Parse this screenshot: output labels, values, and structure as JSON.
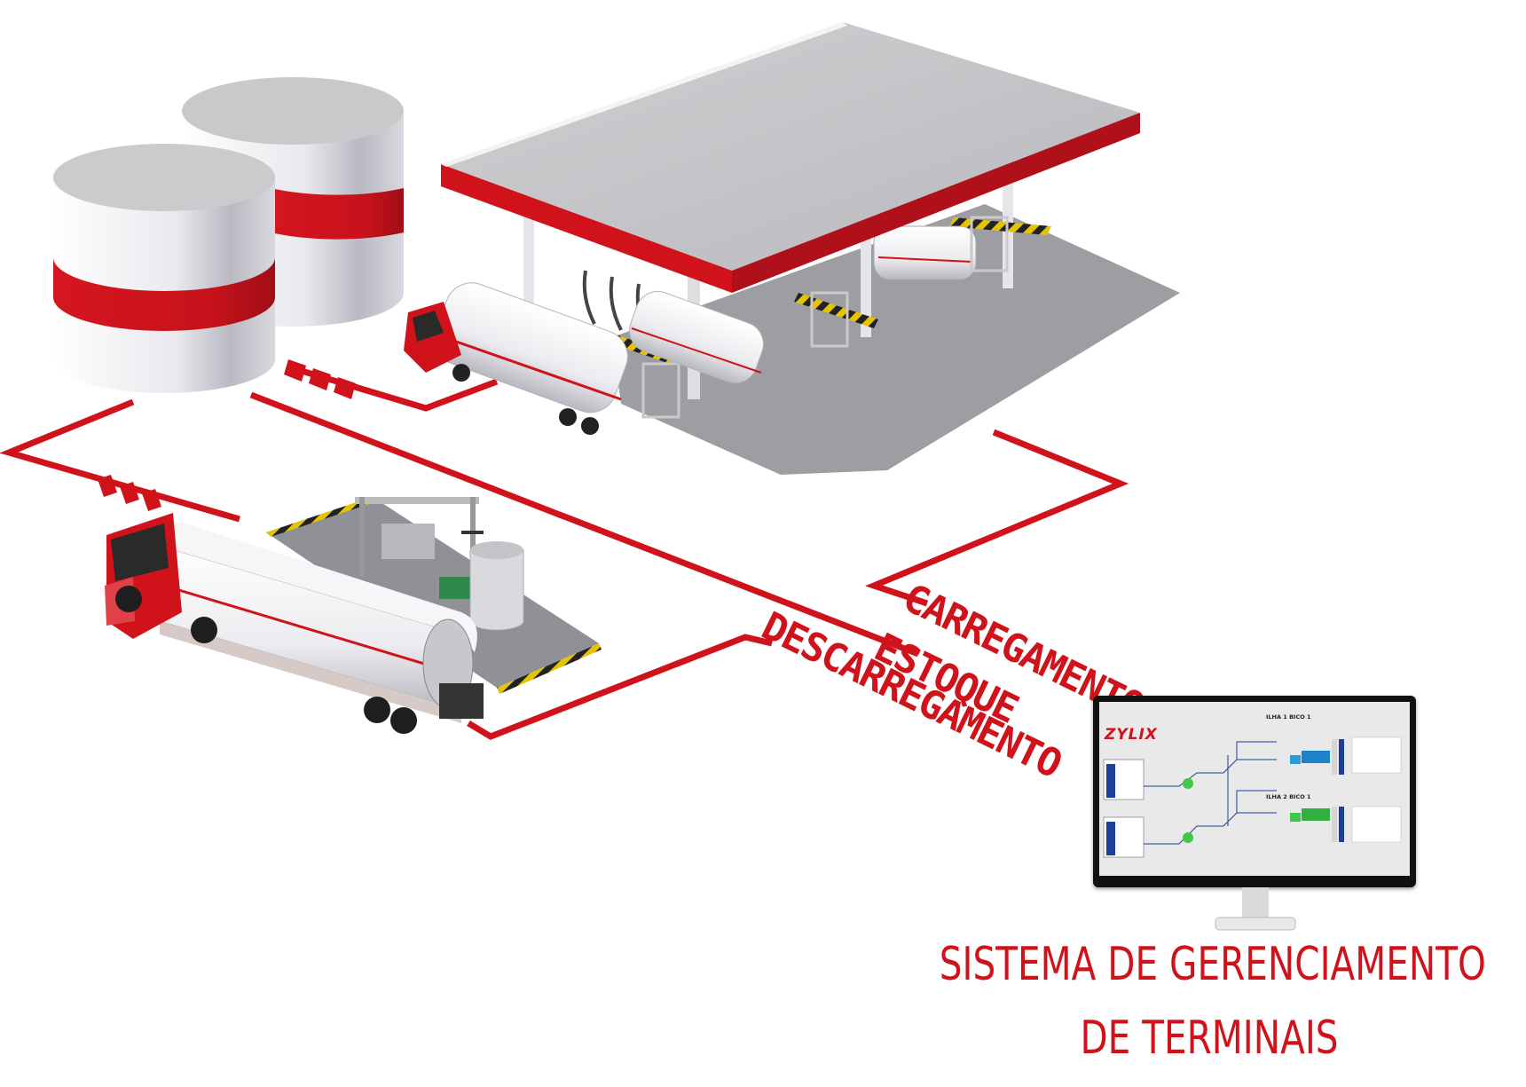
{
  "flow_labels": {
    "carregamento": "CARREGAMENTO",
    "estoque": "ESTOQUE",
    "descarregamento": "DESCARREGAMENTO"
  },
  "title": {
    "line1": "SISTEMA DE GERENCIAMENTO",
    "line2": "DE TERMINAIS"
  },
  "monitor": {
    "logo": "ZYLIX",
    "island_1": "ILHA 1 BICO 1",
    "island_2": "ILHA 2 BICO 1"
  },
  "colors": {
    "brand_red": "#d0121b",
    "tank_white": "#f2f2f4",
    "canopy_gray": "#c4c4c6",
    "ground_gray": "#9a9ca0"
  },
  "icons": [
    "storage-tank-icon",
    "tanker-truck-icon",
    "fuel-canopy-icon",
    "pump-skid-icon",
    "monitor-icon",
    "chevron-arrow-icon"
  ]
}
